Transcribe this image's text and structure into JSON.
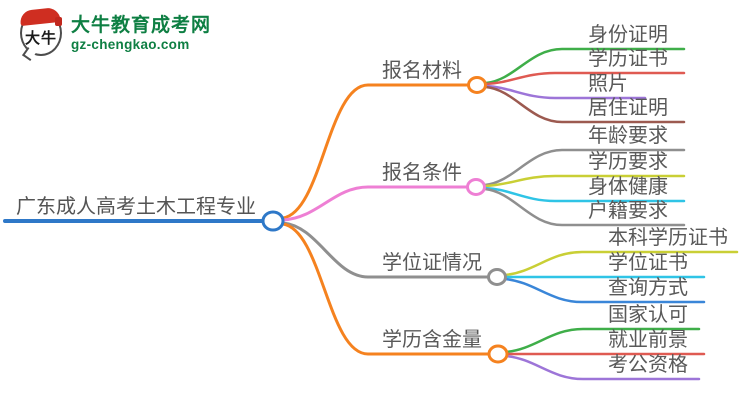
{
  "logo": {
    "icon_text": "大牛",
    "title": "大牛教育成考网",
    "subtitle": "gz-chengkao.com",
    "brand_green": "#0e7f43",
    "brand_red": "#cf2e21"
  },
  "mindmap": {
    "root": {
      "label": "广东成人高考土木工程专业",
      "color": "#2e78c8"
    },
    "branches": [
      {
        "label": "报名材料",
        "color": "#f5821f",
        "children": [
          {
            "label": "身份证明",
            "color": "#3fae49"
          },
          {
            "label": "学历证书",
            "color": "#df5a52"
          },
          {
            "label": "照片",
            "color": "#9d75d8"
          },
          {
            "label": "居住证明",
            "color": "#9c5a50"
          }
        ]
      },
      {
        "label": "报名条件",
        "color": "#ee7fd4",
        "children": [
          {
            "label": "年龄要求",
            "color": "#8f8f8f"
          },
          {
            "label": "学历要求",
            "color": "#c9cf35"
          },
          {
            "label": "身体健康",
            "color": "#2fc4e6"
          },
          {
            "label": "户籍要求",
            "color": "#8f8f8f"
          }
        ]
      },
      {
        "label": "学位证情况",
        "color": "#8f8f8f",
        "children": [
          {
            "label": "本科学历证书",
            "color": "#c9cf35"
          },
          {
            "label": "学位证书",
            "color": "#2fc4e6"
          },
          {
            "label": "查询方式",
            "color": "#3a86d8"
          }
        ]
      },
      {
        "label": "学历含金量",
        "color": "#f5821f",
        "children": [
          {
            "label": "国家认可",
            "color": "#3fae49"
          },
          {
            "label": "就业前景",
            "color": "#df5a52"
          },
          {
            "label": "考公资格",
            "color": "#9d75d8"
          }
        ]
      }
    ]
  }
}
